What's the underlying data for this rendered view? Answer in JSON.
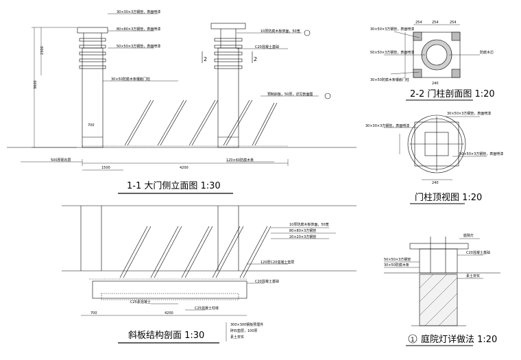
{
  "titles": {
    "elevation": "1-1 大门侧立面图 1:30",
    "section": "斜板结构剖面 1:30",
    "pillar_section": "2-2 门柱剖面图 1:20",
    "pillar_top": "门柱顶视图 1:20",
    "lamp": "庭院灯详做法 1:20",
    "lamp_number": "1"
  },
  "elevation": {
    "dims": [
      "2300",
      "3600",
      "1500",
      "4200",
      "700"
    ],
    "section_marks": [
      "2",
      "2"
    ],
    "notes": [
      "30×30×3方钢管，表面喷漆",
      "80×80×3方钢管，表面喷漆",
      "50×50×3方钢管，表面喷漆",
      "10厚防腐木板饰面，50宽",
      "C20混凝土基础",
      "30×50防腐木条镶嵌门柱",
      "预制斜板，50厚，详见剖面图",
      "500厚砾石层",
      "120×60防腐木条"
    ]
  },
  "section_view": {
    "dims": [
      "700",
      "4200"
    ],
    "notes": [
      "10厚防腐木板饰面，50宽",
      "80×80×3方钢管",
      "20×20×3方钢管",
      "120厚C20混凝土垫层",
      "C20混凝土基础",
      "C25素混凝土",
      "C25混凝土柱墩",
      "300×300钢板预埋件",
      "碎石垫层，100厚",
      "素土夯实"
    ]
  },
  "pillar_section": {
    "dims": [
      "254",
      "254",
      "254"
    ],
    "notes": [
      "30×50×3方钢管，表面喷漆",
      "50×50×3方钢管，表面喷漆",
      "30×50防腐木条镶嵌门柱",
      "防腐木芯",
      "240"
    ]
  },
  "pillar_top": {
    "dims": [
      "240"
    ],
    "notes": [
      "30×30×3方钢管，表面喷漆",
      "30×50×3方钢管，表面喷漆",
      "50×50×3方钢管，表面喷漆"
    ]
  },
  "lamp": {
    "notes": [
      "庭院灯",
      "50×50×3方钢管",
      "30×50防腐木条",
      "C20混凝土基础",
      "素土夯实"
    ]
  }
}
